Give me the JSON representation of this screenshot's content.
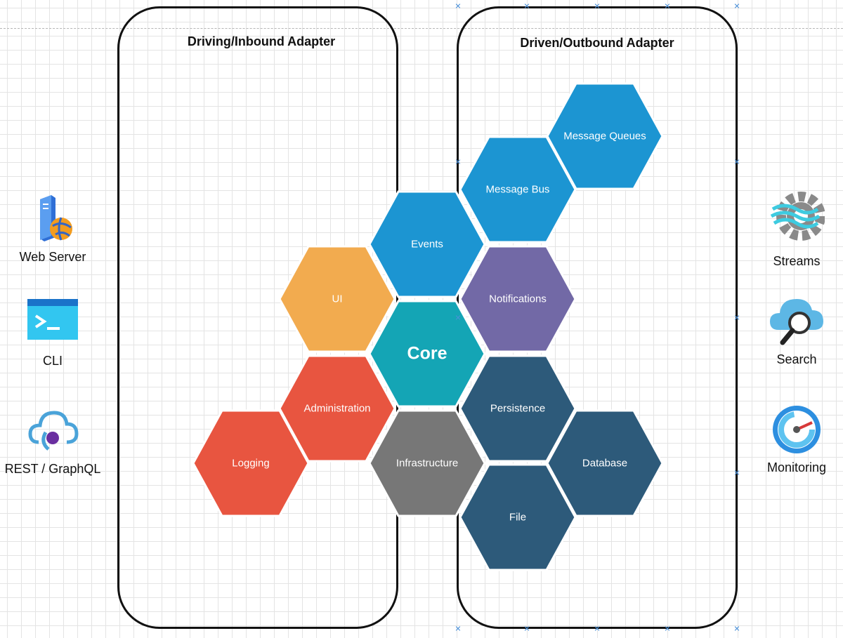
{
  "adapters": {
    "driving_title": "Driving/Inbound Adapter",
    "driven_title": "Driven/Outbound Adapter"
  },
  "hexagons": {
    "core": "Core",
    "ui": "UI",
    "administration": "Administration",
    "logging": "Logging",
    "events": "Events",
    "infrastructure": "Infrastructure",
    "message_bus": "Message Bus",
    "message_queues": "Message Queues",
    "notifications": "Notifications",
    "persistence": "Persistence",
    "database": "Database",
    "file": "File"
  },
  "inbound": {
    "web_server": "Web Server",
    "cli": "CLI",
    "rest": "REST / GraphQL"
  },
  "outbound": {
    "streams": "Streams",
    "search": "Search",
    "monitoring": "Monitoring"
  },
  "colors": {
    "core": "#14a5b5",
    "ui": "#f2ab4f",
    "red": "#e85540",
    "blue": "#1c95d2",
    "gray": "#777777",
    "purple": "#7269a6",
    "navy": "#2d5a7a"
  }
}
